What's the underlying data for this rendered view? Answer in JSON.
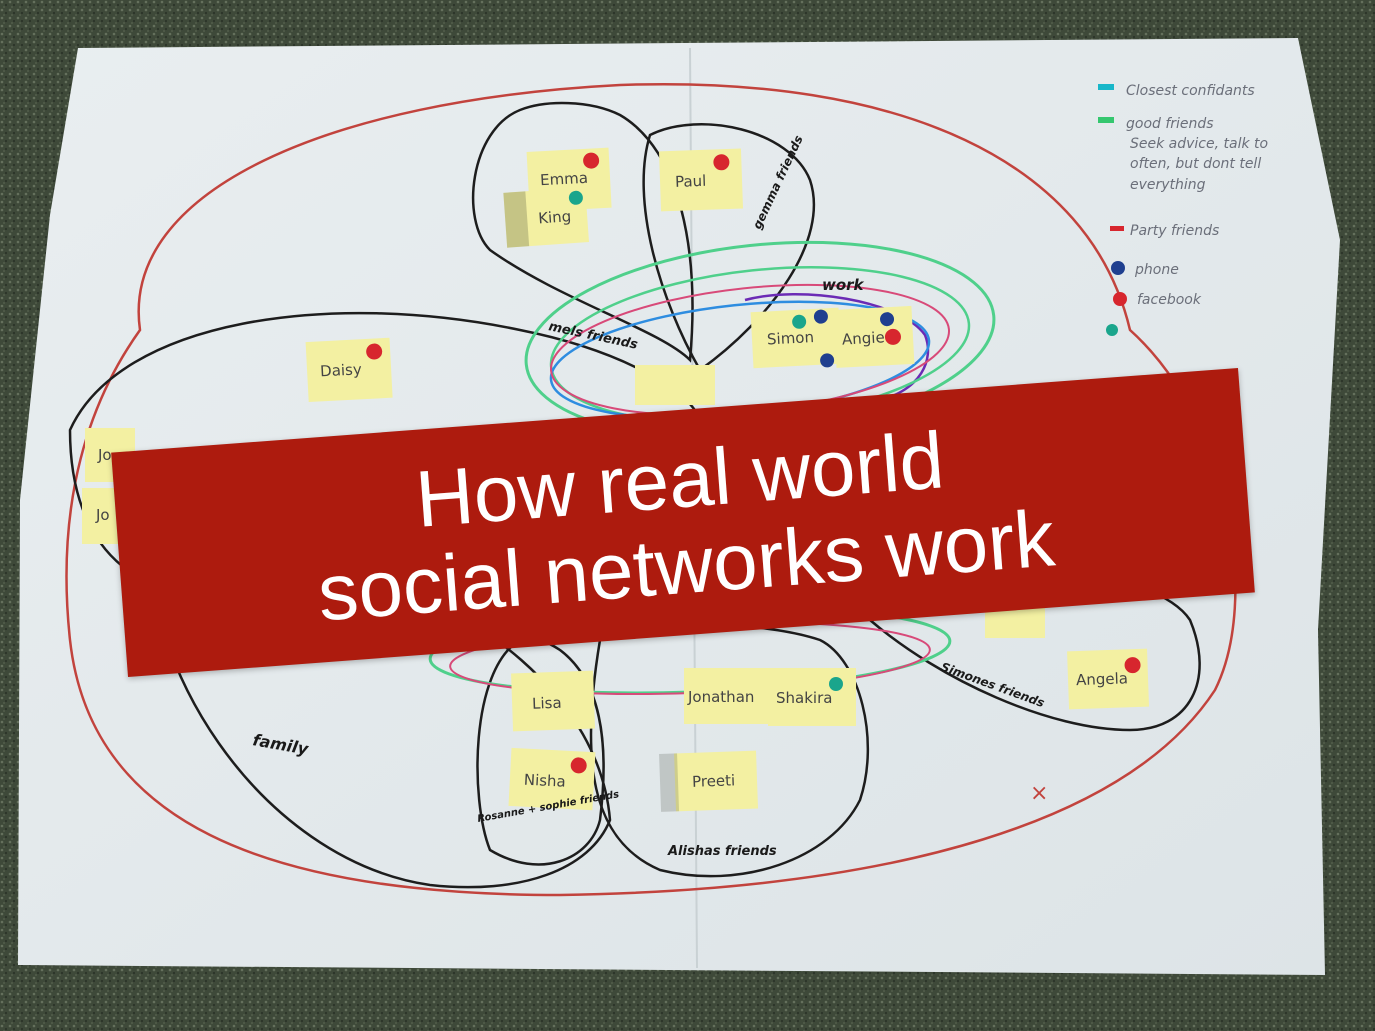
{
  "slide": {
    "title_line_1": "How real world",
    "title_line_2": "social networks work"
  },
  "photo": {
    "legend": {
      "closest": "Closest confidants",
      "good_1": "good friends",
      "good_2": "Seek advice, talk to",
      "good_3": "often, but dont tell",
      "good_4": "everything",
      "party": "Party friends",
      "phone": "phone",
      "facebook": "facebook"
    },
    "notes": {
      "emma": "Emma",
      "king": "King",
      "paul": "Paul",
      "simon": "Simon",
      "angie": "Angie",
      "daisy": "Daisy",
      "jo1": "Jo",
      "jo2": "Jo",
      "lisa": "Lisa",
      "nisha": "Nisha",
      "jonathan": "Jonathan",
      "shakira": "Shakira",
      "preeti": "Preeti",
      "angela": "Angela"
    },
    "group_labels": {
      "gemma_friends": "gemma friends",
      "work": "work",
      "mels_friends": "mels friends",
      "family": "family",
      "simones_friends": "Simones friends",
      "alishas_friends": "Alishas friends",
      "rosanne_sophie_friends": "Rosanne + sophie friends"
    },
    "colors": {
      "carpet": "#3f4a3a",
      "paper": "#e6ecee",
      "sticky": "#f3f0a2",
      "banner": "#ad1b0e",
      "dot_red": "#d7262e",
      "dot_blue": "#1f3f8f",
      "dot_teal": "#1aa58c"
    }
  }
}
